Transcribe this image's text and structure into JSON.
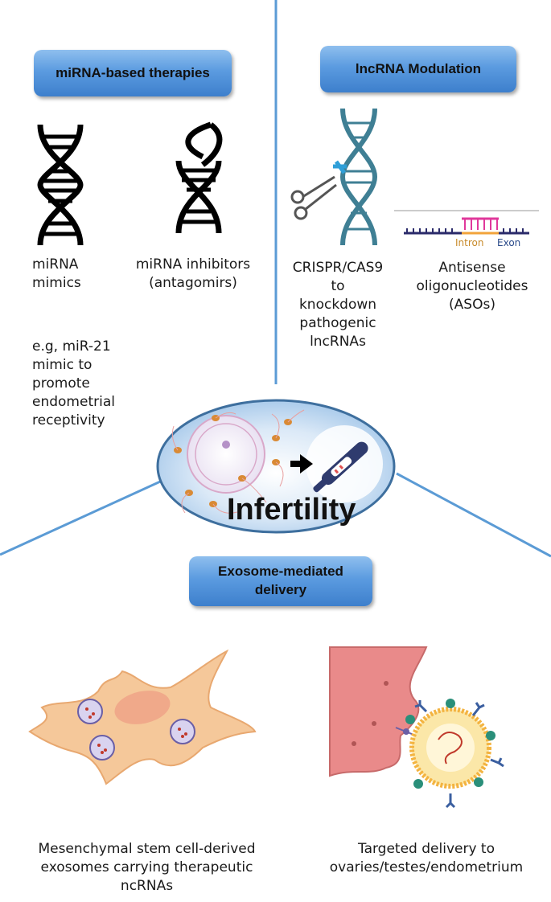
{
  "sections": {
    "mirna": {
      "title": "miRNA-based therapies",
      "mimics": "miRNA\nmimics",
      "inhibitors": "miRNA inhibitors\n(antagomirs)",
      "example": "e.g, miR-21\nmimic to\npromote\nendometrial\nreceptivity"
    },
    "lncrna": {
      "title": "lncRNA Modulation",
      "crispr": "CRISPR/CAS9\nto\nknockdown\npathogenic\nlncRNAs",
      "aso": "Antisense\noligonucleotides\n(ASOs)",
      "intron": "Intron",
      "exon": "Exon"
    },
    "center": {
      "title": "Infertility"
    },
    "exosome": {
      "title": "Exosome-mediated\ndelivery",
      "msc": "Mesenchymal stem cell-derived\nexosomes carrying therapeutic\nncRNAs",
      "targeted": "Targeted delivery to\novaries/testes/endometrium"
    }
  },
  "colors": {
    "divider": "#5b9bd5",
    "pill": "#4a8fd8",
    "dna_crispr": "#3f7f94",
    "cell": "#f5c89a",
    "tissue": "#e98a8a"
  }
}
